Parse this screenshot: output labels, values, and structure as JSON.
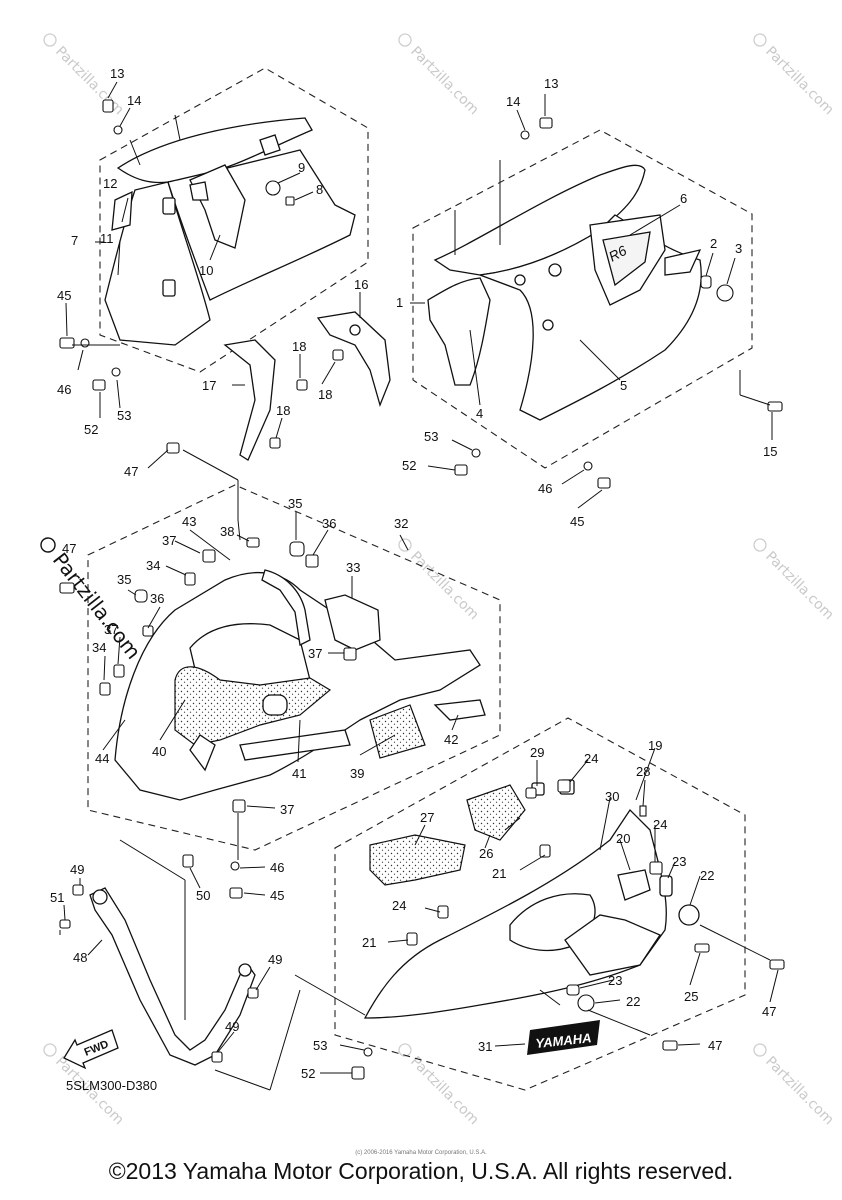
{
  "diagram": {
    "code": "5SLM300-D380",
    "fwd_label": "FWD",
    "yamaha_emblem": "YAMAHA",
    "copyright": "©2013 Yamaha Motor Corporation, U.S.A. All rights reserved.",
    "small_copyright": "(c) 2006-2016 Yamaha Motor Corporation, U.S.A.",
    "watermark": "Partzilla.com",
    "callouts": [
      "1",
      "2",
      "3",
      "4",
      "5",
      "6",
      "7",
      "8",
      "9",
      "10",
      "11",
      "12",
      "13",
      "14",
      "15",
      "16",
      "17",
      "18",
      "19",
      "20",
      "21",
      "22",
      "23",
      "24",
      "25",
      "26",
      "27",
      "28",
      "29",
      "30",
      "31",
      "32",
      "33",
      "34",
      "35",
      "36",
      "37",
      "38",
      "39",
      "40",
      "41",
      "42",
      "43",
      "44",
      "45",
      "46",
      "47",
      "48",
      "49",
      "50",
      "51",
      "52",
      "53"
    ]
  }
}
